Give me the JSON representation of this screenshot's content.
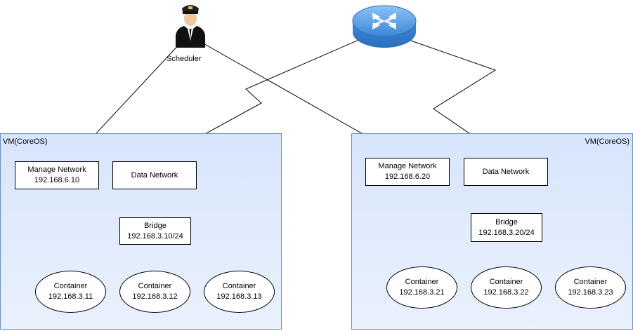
{
  "vms": [
    {
      "label": "VM(CoreOS)",
      "manage": {
        "title": "Manage Network",
        "ip": "192.168.6.10"
      },
      "data": {
        "title": "Data Network"
      },
      "bridge": {
        "title": "Bridge",
        "ip": "192.168.3.10/24"
      },
      "containers": [
        {
          "title": "Container",
          "ip": "192.168.3.11"
        },
        {
          "title": "Container",
          "ip": "192.168.3.12"
        },
        {
          "title": "Container",
          "ip": "192.168.3.13"
        }
      ]
    },
    {
      "label": "VM(CoreOS)",
      "manage": {
        "title": "Manage Network",
        "ip": "192.168.6.20"
      },
      "data": {
        "title": "Data Network"
      },
      "bridge": {
        "title": "Bridge",
        "ip": "192.168.3.20/24"
      },
      "containers": [
        {
          "title": "Container",
          "ip": "192.168.3.21"
        },
        {
          "title": "Container",
          "ip": "192.168.3.22"
        },
        {
          "title": "Container",
          "ip": "192.168.3.23"
        }
      ]
    }
  ],
  "scheduler": {
    "label": "Scheduler",
    "icon": "pilot-person-icon"
  },
  "router": {
    "icon": "router-icon"
  },
  "colors": {
    "vm_border": "#6c8ebf",
    "vm_fill_top": "#d7e5fb",
    "router_blue": "#4a8fd8"
  }
}
